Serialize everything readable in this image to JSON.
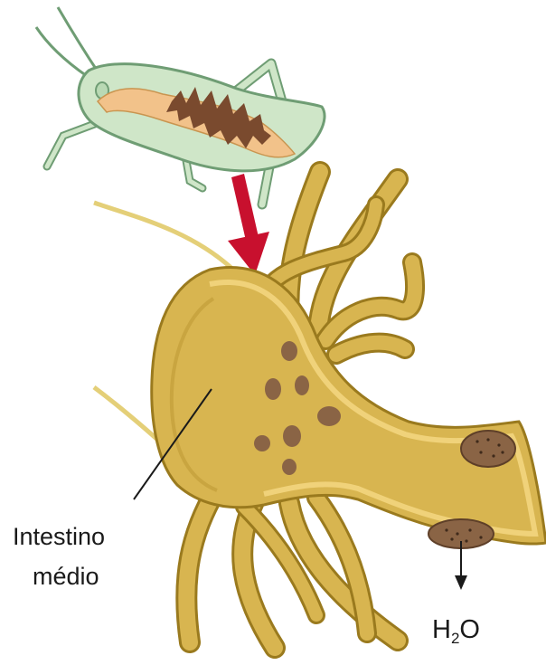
{
  "labels": {
    "intestine_line1": "Intestino",
    "intestine_line2": "médio",
    "water_base": "H",
    "water_sub": "2",
    "water_end": "O"
  },
  "colors": {
    "insect_body": "#cfe6c8",
    "insect_outline": "#6f9d74",
    "insect_gut": "#f2c28a",
    "gut_contents": "#7a4a2e",
    "midgut_fill": "#d8b550",
    "midgut_outline": "#9a7a1e",
    "midgut_lining": "#f0d27a",
    "spots": "#8a6445",
    "arrow": "#c8102e"
  }
}
